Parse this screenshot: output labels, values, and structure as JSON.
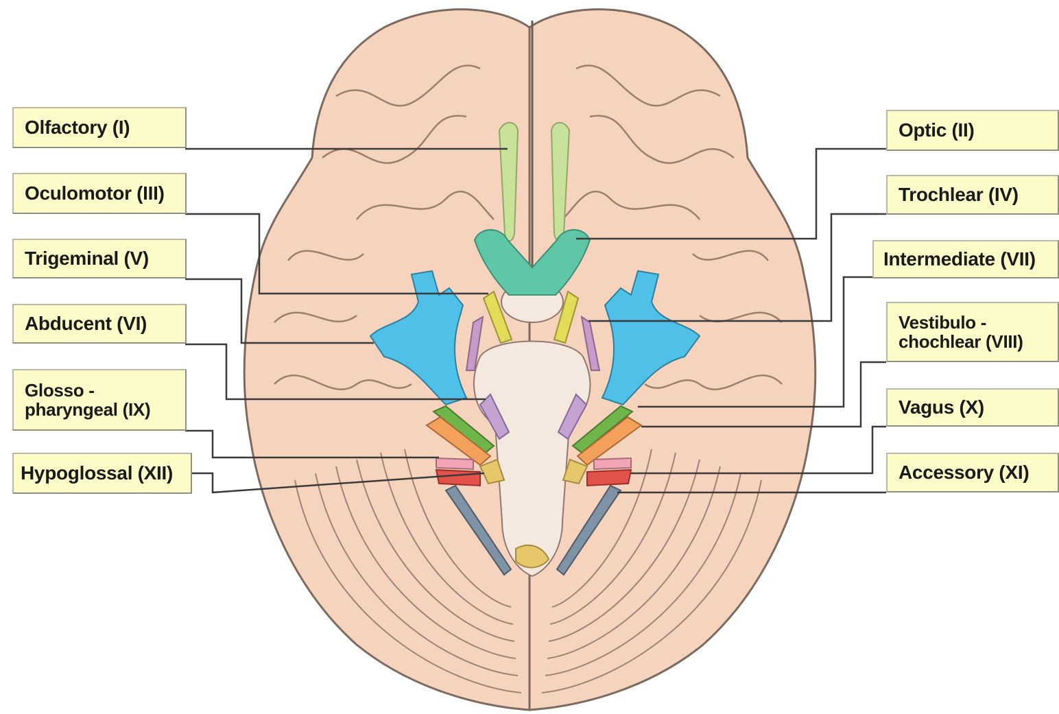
{
  "labels": {
    "olfactory": "Olfactory (I)",
    "oculomotor": "Oculomotor (III)",
    "trigeminal": "Trigeminal (V)",
    "abducent": "Abducent (VI)",
    "glossopharyngeal": "Glosso -\npharyngeal (IX)",
    "hypoglossal": "Hypoglossal (XII)",
    "optic": "Optic (II)",
    "trochlear": "Trochlear (IV)",
    "intermediate": "Intermediate (VII)",
    "vestibulocochlear": "Vestibulo -\nchochlear (VIII)",
    "vagus": "Vagus (X)",
    "accessory": "Accessory (XI)"
  },
  "colors": {
    "brain": "#f6d3bd",
    "brain_outline": "#7a6a60",
    "olfactory": "#c9e29a",
    "optic": "#5fc7a7",
    "oculomotor": "#e2dc59",
    "trochlear": "#c79ac9",
    "trigeminal": "#4fc0e8",
    "abducent": "#c4a3d2",
    "facial": "#6fb54a",
    "vestibulocochlear": "#f3a05a",
    "glossopharyngeal": "#f3a5b5",
    "vagus": "#e2514a",
    "accessory": "#7f93a6",
    "hypoglossal": "#e6c86a",
    "brainstem": "#f5e9df",
    "label_fill": "#fdfbc8"
  }
}
